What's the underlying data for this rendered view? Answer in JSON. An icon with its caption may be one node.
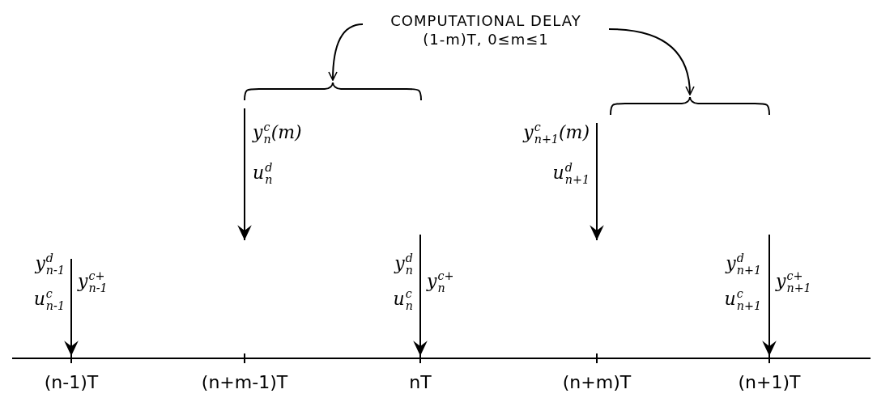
{
  "diagram": {
    "nodes": [
      {
        "text": [
          "COMPUTATIONAL DELAY",
          "(1-m)T, 0≤m≤1"
        ]
      },
      {
        "text": [],
        "shape": "brace"
      },
      {
        "text": [],
        "shape": "brace"
      }
    ],
    "edges": [
      {
        "from": 0,
        "to": 1,
        "arrow": "to"
      },
      {
        "from": 0,
        "to": 2,
        "arrow": "to"
      }
    ],
    "labels": [
      "y$^{c}$$_{n}$(m)",
      "u$^{d}$$_{n}$",
      "y$^{c}$$_{n+1}$(m)",
      "u$^{d}$$_{n+1}$",
      "y$^{d}$$_{n-1}$",
      "u$^{c}$$_{n-1}$",
      "y$^{c+}$$_{n-1}$",
      "y$^{d}$$_{n}$",
      "u$^{c}$$_{n}$",
      "y$^{c+}$$_{n}$",
      "y$^{d}$$_{n+1}$",
      "u$^{c}$$_{n+1}$",
      "y$^{c+}$$_{n+1}$",
      "(n-1)T",
      "(n+m-1)T",
      "nT",
      "(n+m)T",
      "(n+1)T"
    ]
  }
}
